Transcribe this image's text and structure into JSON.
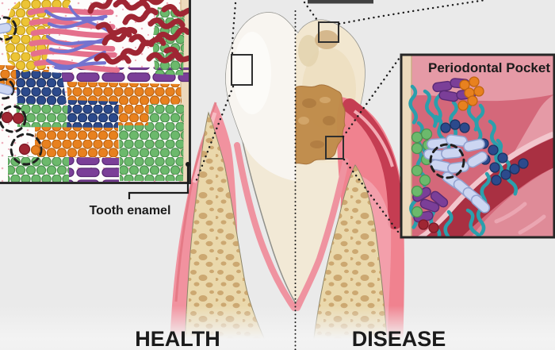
{
  "labels": {
    "health": "HEALTH",
    "disease": "DISEASE"
  },
  "insets": {
    "left": {
      "callout": "Tooth enamel"
    },
    "right": {
      "title": "Periodontal Pocket"
    }
  },
  "palette": {
    "background": "#eaeaea",
    "crown_enamel": "#f8f5f0",
    "dentin_cream": "#f2e9d6",
    "tartar_brown": "#c08c4a",
    "gum_pink": "#f1929f",
    "gum_inflamed_red": "#c2394f",
    "pocket_deep_red": "#a93042",
    "bone_tan": "#ead8ab",
    "bone_speckle": "#c49c63",
    "pdl_pink": "#ef93a0",
    "enamel_surface_tan": "#ecd9bc",
    "inset_pocket_bg": "#d4687a",
    "microbe_yellow": "#ecc435",
    "microbe_pink_rod": "#e4708c",
    "microbe_violet_filament": "#7473cf",
    "microbe_dark_red": "#9f2633",
    "microbe_purple": "#7b3f98",
    "microbe_orange": "#e8811f",
    "microbe_navy": "#2c4a8c",
    "microbe_green": "#6cb96c",
    "microbe_lavender": "#ccd6f2",
    "microbe_teal": "#2b9fac"
  },
  "microbe_shapes": [
    "yellow-cocci",
    "pink-rods",
    "violet-filaments",
    "dark-red-spirochetes",
    "purple-bacilli",
    "orange-cocci",
    "navy-cocci",
    "green-cocci",
    "lavender-bacilli",
    "teal-spirochetes",
    "dark-red-cocci-dashed-circle"
  ]
}
